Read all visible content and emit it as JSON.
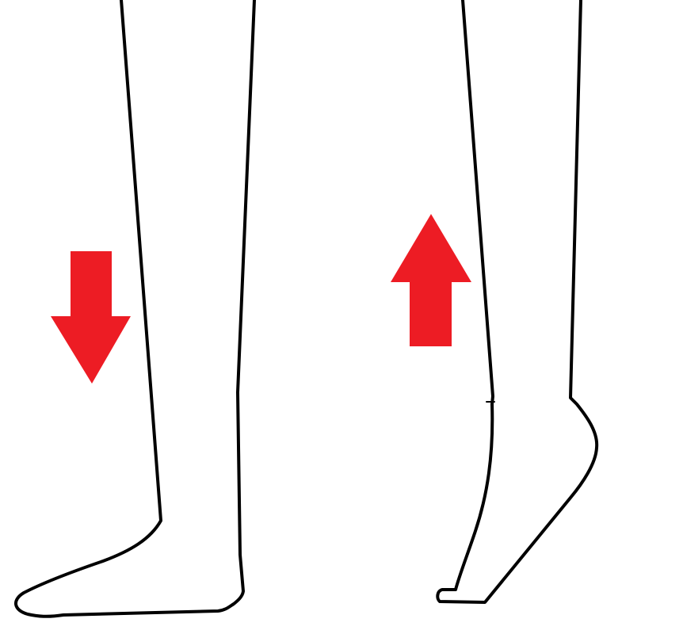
{
  "diagram": {
    "left_figure": {
      "name": "flat-foot-leg",
      "arrow": {
        "direction": "down",
        "color": "#ED1C24"
      }
    },
    "right_figure": {
      "name": "pointed-foot-leg",
      "arrow": {
        "direction": "up",
        "color": "#ED1C24"
      }
    },
    "outline_color": "#000000",
    "background_color": "#FFFFFF"
  }
}
